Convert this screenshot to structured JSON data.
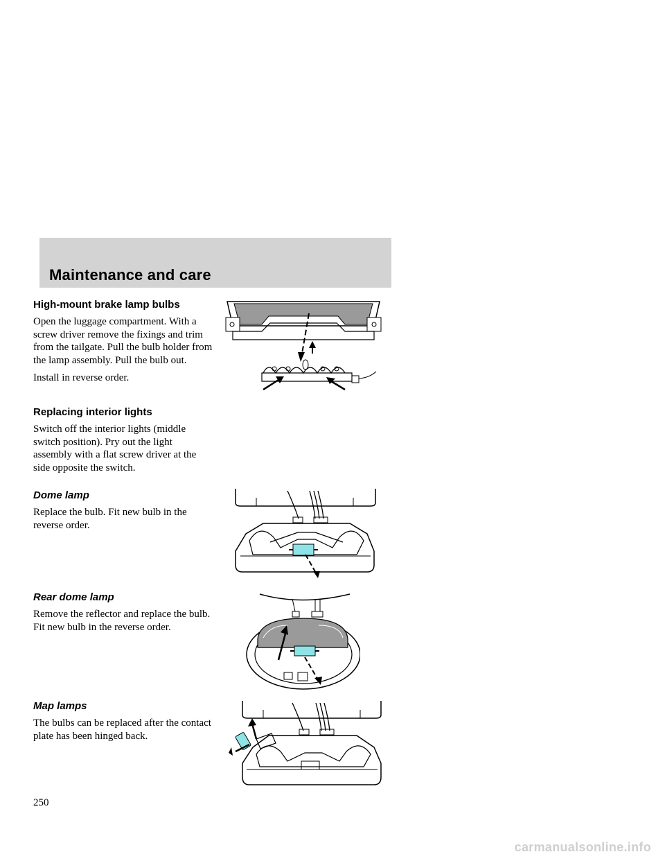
{
  "header": {
    "title": "Maintenance and care"
  },
  "sections": {
    "brake": {
      "heading": "High-mount brake lamp bulbs",
      "para1": "Open the luggage compartment. With a screw driver remove the fixings and trim from the tailgate. Pull the bulb holder from the lamp assembly. Pull the bulb out.",
      "para2": "Install in reverse order."
    },
    "interior": {
      "heading": "Replacing interior lights",
      "para1": "Switch off the interior lights (middle switch position). Pry out the light assembly with a flat screw driver at the side opposite the switch."
    },
    "dome": {
      "heading": "Dome lamp",
      "para1": "Replace the bulb. Fit new bulb in the reverse order."
    },
    "rear_dome": {
      "heading": "Rear dome lamp",
      "para1": "Remove the reflector and replace the bulb. Fit new bulb in the reverse order."
    },
    "map": {
      "heading": "Map lamps",
      "para1": "The bulbs can be replaced after the contact plate has been hinged back."
    }
  },
  "page_number": "250",
  "watermark": "carmanualsonline.info",
  "colors": {
    "header_band": "#d3d3d3",
    "bulb": "#8ee3e6",
    "diagram_gray": "#9a9a9a"
  }
}
